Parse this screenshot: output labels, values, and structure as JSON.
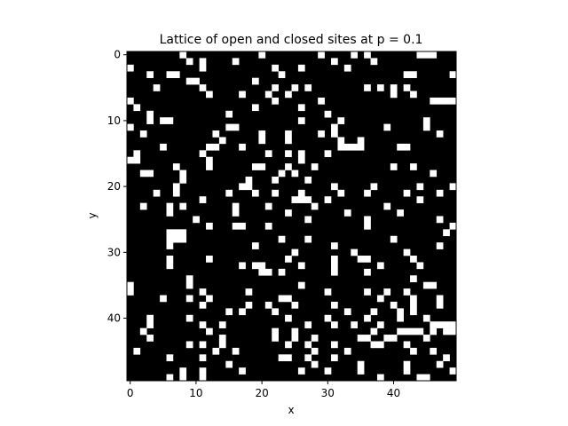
{
  "chart_data": {
    "type": "heatmap",
    "title": "Lattice of open and closed sites at p = 0.1",
    "xlabel": "x",
    "ylabel": "y",
    "grid_size": 50,
    "colormap": {
      "0": "#000000",
      "1": "#ffffff"
    },
    "xticks": [
      0,
      10,
      20,
      30,
      40
    ],
    "yticks": [
      0,
      10,
      20,
      30,
      40
    ],
    "y_axis_inverted": true,
    "grid": false,
    "open_sites": [
      [
        0,
        8
      ],
      [
        0,
        20
      ],
      [
        0,
        29
      ],
      [
        0,
        34
      ],
      [
        0,
        36
      ],
      [
        0,
        44
      ],
      [
        0,
        45
      ],
      [
        0,
        46
      ],
      [
        1,
        9
      ],
      [
        1,
        11
      ],
      [
        1,
        16
      ],
      [
        1,
        31
      ],
      [
        1,
        37
      ],
      [
        2,
        0
      ],
      [
        2,
        11
      ],
      [
        2,
        22
      ],
      [
        2,
        26
      ],
      [
        2,
        33
      ],
      [
        3,
        3
      ],
      [
        3,
        6
      ],
      [
        3,
        7
      ],
      [
        3,
        23
      ],
      [
        3,
        49
      ],
      [
        3,
        43
      ],
      [
        3,
        42
      ],
      [
        4,
        10
      ],
      [
        4,
        9
      ],
      [
        4,
        19
      ],
      [
        5,
        4
      ],
      [
        5,
        11
      ],
      [
        5,
        22
      ],
      [
        5,
        25
      ],
      [
        5,
        27
      ],
      [
        5,
        36
      ],
      [
        5,
        38
      ],
      [
        5,
        40
      ],
      [
        5,
        42
      ],
      [
        6,
        12
      ],
      [
        6,
        17
      ],
      [
        6,
        21
      ],
      [
        6,
        24
      ],
      [
        6,
        40
      ],
      [
        6,
        43
      ],
      [
        7,
        0
      ],
      [
        7,
        22
      ],
      [
        7,
        29
      ],
      [
        7,
        46
      ],
      [
        7,
        47
      ],
      [
        7,
        48
      ],
      [
        7,
        49
      ],
      [
        8,
        1
      ],
      [
        8,
        26
      ],
      [
        8,
        19
      ],
      [
        9,
        3
      ],
      [
        9,
        30
      ],
      [
        9,
        15
      ],
      [
        10,
        3
      ],
      [
        10,
        5
      ],
      [
        10,
        6
      ],
      [
        10,
        32
      ],
      [
        10,
        45
      ],
      [
        10,
        26
      ],
      [
        11,
        0
      ],
      [
        11,
        15
      ],
      [
        11,
        16
      ],
      [
        11,
        31
      ],
      [
        11,
        39
      ],
      [
        11,
        45
      ],
      [
        12,
        2
      ],
      [
        12,
        13
      ],
      [
        12,
        20
      ],
      [
        12,
        24
      ],
      [
        12,
        29
      ],
      [
        12,
        31
      ],
      [
        12,
        47
      ],
      [
        13,
        14
      ],
      [
        13,
        20
      ],
      [
        13,
        24
      ],
      [
        13,
        32
      ],
      [
        13,
        35
      ],
      [
        14,
        5
      ],
      [
        14,
        12
      ],
      [
        14,
        13
      ],
      [
        14,
        17
      ],
      [
        14,
        32
      ],
      [
        14,
        33
      ],
      [
        14,
        34
      ],
      [
        14,
        35
      ],
      [
        14,
        42
      ],
      [
        14,
        41
      ],
      [
        15,
        1
      ],
      [
        15,
        11
      ],
      [
        15,
        21
      ],
      [
        15,
        24
      ],
      [
        15,
        26
      ],
      [
        15,
        30
      ],
      [
        16,
        0
      ],
      [
        16,
        1
      ],
      [
        16,
        12
      ],
      [
        16,
        26
      ],
      [
        17,
        7
      ],
      [
        17,
        12
      ],
      [
        17,
        19
      ],
      [
        17,
        20
      ],
      [
        17,
        24
      ],
      [
        17,
        28
      ],
      [
        17,
        40
      ],
      [
        17,
        43
      ],
      [
        18,
        2
      ],
      [
        18,
        3
      ],
      [
        18,
        8
      ],
      [
        18,
        23
      ],
      [
        18,
        25
      ],
      [
        18,
        46
      ],
      [
        19,
        8
      ],
      [
        19,
        18
      ],
      [
        19,
        22
      ],
      [
        19,
        27
      ],
      [
        20,
        7
      ],
      [
        20,
        17
      ],
      [
        20,
        18
      ],
      [
        20,
        31
      ],
      [
        20,
        37
      ],
      [
        20,
        44
      ],
      [
        20,
        49
      ],
      [
        21,
        4
      ],
      [
        21,
        7
      ],
      [
        21,
        15
      ],
      [
        21,
        19
      ],
      [
        21,
        22
      ],
      [
        21,
        26
      ],
      [
        21,
        32
      ],
      [
        21,
        36
      ],
      [
        21,
        42
      ],
      [
        21,
        47
      ],
      [
        22,
        11
      ],
      [
        22,
        25
      ],
      [
        22,
        26
      ],
      [
        22,
        27
      ],
      [
        22,
        30
      ],
      [
        22,
        44
      ],
      [
        23,
        2
      ],
      [
        23,
        6
      ],
      [
        23,
        8
      ],
      [
        23,
        16
      ],
      [
        23,
        21
      ],
      [
        23,
        28
      ],
      [
        23,
        39
      ],
      [
        24,
        6
      ],
      [
        24,
        16
      ],
      [
        24,
        24
      ],
      [
        24,
        33
      ],
      [
        24,
        41
      ],
      [
        25,
        10
      ],
      [
        25,
        27
      ],
      [
        25,
        36
      ],
      [
        25,
        47
      ],
      [
        26,
        12
      ],
      [
        26,
        16
      ],
      [
        26,
        17
      ],
      [
        26,
        21
      ],
      [
        26,
        36
      ],
      [
        26,
        49
      ],
      [
        27,
        6
      ],
      [
        27,
        7
      ],
      [
        27,
        8
      ],
      [
        27,
        48
      ],
      [
        28,
        6
      ],
      [
        28,
        7
      ],
      [
        28,
        8
      ],
      [
        28,
        23
      ],
      [
        28,
        27
      ],
      [
        28,
        40
      ],
      [
        29,
        6
      ],
      [
        29,
        19
      ],
      [
        29,
        31
      ],
      [
        29,
        47
      ],
      [
        30,
        25
      ],
      [
        30,
        34
      ],
      [
        30,
        42
      ],
      [
        31,
        6
      ],
      [
        31,
        12
      ],
      [
        31,
        24
      ],
      [
        31,
        31
      ],
      [
        31,
        35
      ],
      [
        31,
        36
      ],
      [
        31,
        43
      ],
      [
        32,
        6
      ],
      [
        32,
        17
      ],
      [
        32,
        19
      ],
      [
        32,
        20
      ],
      [
        32,
        26
      ],
      [
        32,
        31
      ],
      [
        32,
        38
      ],
      [
        32,
        44
      ],
      [
        33,
        20
      ],
      [
        33,
        21
      ],
      [
        33,
        23
      ],
      [
        33,
        31
      ],
      [
        33,
        36
      ],
      [
        34,
        9
      ],
      [
        34,
        43
      ],
      [
        35,
        0
      ],
      [
        35,
        9
      ],
      [
        35,
        26
      ],
      [
        35,
        45
      ],
      [
        35,
        46
      ],
      [
        36,
        0
      ],
      [
        36,
        11
      ],
      [
        36,
        18
      ],
      [
        36,
        30
      ],
      [
        36,
        36
      ],
      [
        36,
        42
      ],
      [
        36,
        39
      ],
      [
        37,
        5
      ],
      [
        37,
        9
      ],
      [
        37,
        12
      ],
      [
        37,
        23
      ],
      [
        37,
        24
      ],
      [
        37,
        38
      ],
      [
        37,
        43
      ],
      [
        37,
        47
      ],
      [
        38,
        11
      ],
      [
        38,
        18
      ],
      [
        38,
        21
      ],
      [
        38,
        25
      ],
      [
        38,
        31
      ],
      [
        38,
        40
      ],
      [
        38,
        43
      ],
      [
        38,
        47
      ],
      [
        39,
        15
      ],
      [
        39,
        17
      ],
      [
        39,
        22
      ],
      [
        39,
        33
      ],
      [
        39,
        37
      ],
      [
        39,
        41
      ],
      [
        39,
        43
      ],
      [
        40,
        3
      ],
      [
        40,
        9
      ],
      [
        40,
        24
      ],
      [
        40,
        30
      ],
      [
        40,
        36
      ],
      [
        40,
        41
      ],
      [
        40,
        45
      ],
      [
        41,
        3
      ],
      [
        41,
        11
      ],
      [
        41,
        14
      ],
      [
        41,
        27
      ],
      [
        41,
        31
      ],
      [
        41,
        34
      ],
      [
        41,
        38
      ],
      [
        41,
        46
      ],
      [
        41,
        47
      ],
      [
        41,
        48
      ],
      [
        41,
        49
      ],
      [
        42,
        2
      ],
      [
        42,
        12
      ],
      [
        42,
        22
      ],
      [
        42,
        25
      ],
      [
        42,
        37
      ],
      [
        42,
        41
      ],
      [
        42,
        42
      ],
      [
        42,
        43
      ],
      [
        42,
        44
      ],
      [
        42,
        46
      ],
      [
        42,
        48
      ],
      [
        42,
        49
      ],
      [
        43,
        3
      ],
      [
        43,
        14
      ],
      [
        43,
        22
      ],
      [
        43,
        25
      ],
      [
        43,
        28
      ],
      [
        43,
        35
      ],
      [
        43,
        36
      ],
      [
        43,
        39
      ],
      [
        43,
        40
      ],
      [
        43,
        45
      ],
      [
        44,
        9
      ],
      [
        44,
        11
      ],
      [
        44,
        14
      ],
      [
        44,
        24
      ],
      [
        44,
        27
      ],
      [
        44,
        31
      ],
      [
        44,
        37
      ],
      [
        44,
        38
      ],
      [
        44,
        42
      ],
      [
        45,
        1
      ],
      [
        45,
        13
      ],
      [
        45,
        16
      ],
      [
        45,
        28
      ],
      [
        45,
        33
      ],
      [
        45,
        43
      ],
      [
        45,
        46
      ],
      [
        46,
        6
      ],
      [
        46,
        11
      ],
      [
        46,
        23
      ],
      [
        46,
        24
      ],
      [
        46,
        27
      ],
      [
        46,
        31
      ],
      [
        46,
        48
      ],
      [
        47,
        15
      ],
      [
        47,
        28
      ],
      [
        47,
        35
      ],
      [
        47,
        42
      ],
      [
        47,
        47
      ],
      [
        48,
        8
      ],
      [
        48,
        11
      ],
      [
        48,
        17
      ],
      [
        48,
        26
      ],
      [
        48,
        30
      ],
      [
        48,
        35
      ],
      [
        48,
        42
      ],
      [
        48,
        49
      ],
      [
        49,
        6
      ],
      [
        49,
        8
      ],
      [
        49,
        11
      ],
      [
        49,
        38
      ],
      [
        49,
        44
      ],
      [
        49,
        45
      ]
    ]
  }
}
